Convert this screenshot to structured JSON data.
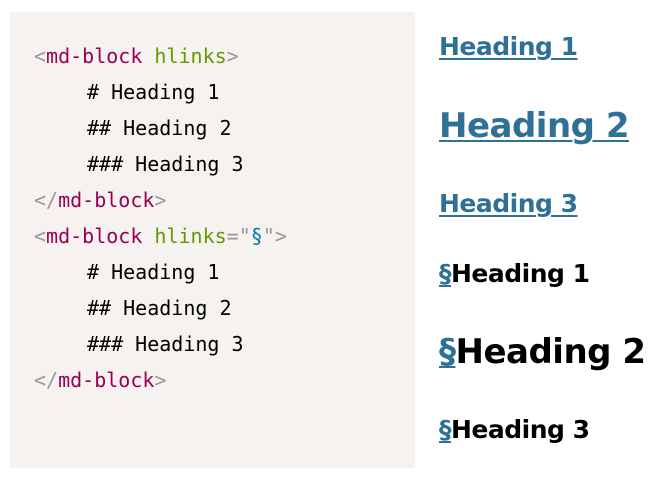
{
  "code": {
    "block1": {
      "open_lt": "<",
      "open_tag": "md-block",
      "attr": "hlinks",
      "open_gt": ">",
      "lines": [
        "# Heading 1",
        "## Heading 2",
        "### Heading 3"
      ],
      "close_lt": "</",
      "close_tag": "md-block",
      "close_gt": ">"
    },
    "block2": {
      "open_lt": "<",
      "open_tag": "md-block",
      "attr": "hlinks",
      "eq": "=",
      "quote_open": "\"",
      "attr_value": "§",
      "quote_close": "\"",
      "open_gt": ">",
      "lines": [
        "# Heading 1",
        "## Heading 2",
        "### Heading 3"
      ],
      "close_lt": "</",
      "close_tag": "md-block",
      "close_gt": ">"
    }
  },
  "preview": {
    "linked": [
      "Heading 1",
      "Heading 2",
      "Heading 3"
    ],
    "anchored": {
      "symbol": "§",
      "headings": [
        "Heading 1",
        "Heading 2",
        "Heading 3"
      ]
    }
  },
  "colors": {
    "code_background": "#f5f2f0",
    "tag": "#990055",
    "attr_name": "#669900",
    "attr_value": "#0077aa",
    "punctuation": "#999999",
    "link": "#2e7096"
  }
}
